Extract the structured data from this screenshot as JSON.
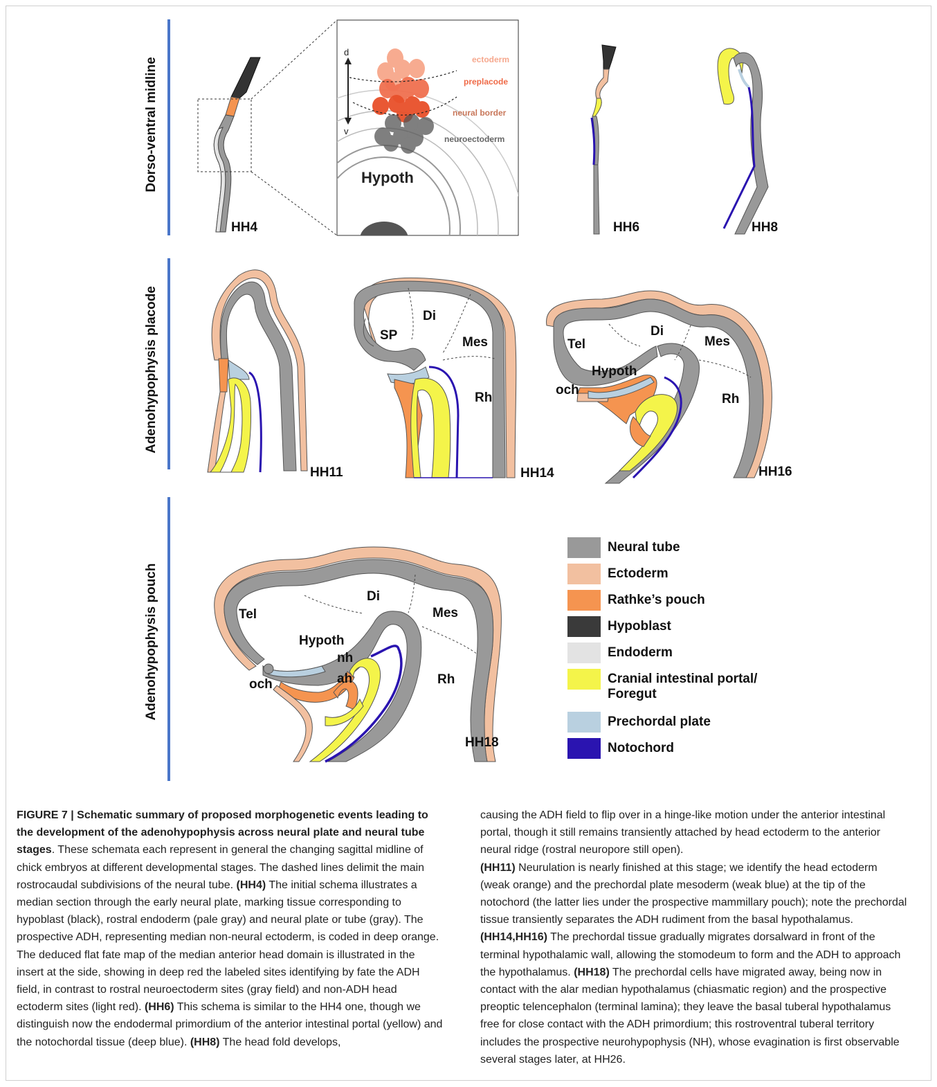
{
  "rows": {
    "row1_label": "Dorso-ventral midline",
    "row2_label": "Adenohypophysis placode",
    "row3_label": "Adenohypophysis pouch"
  },
  "stages": {
    "hh4": "HH4",
    "hh6": "HH6",
    "hh8": "HH8",
    "hh11": "HH11",
    "hh14": "HH14",
    "hh16": "HH16",
    "hh18": "HH18"
  },
  "inset": {
    "d": "d",
    "v": "v",
    "ectoderm": "ectoderm",
    "preplacode": "preplacode",
    "neural_border": "neural border",
    "neuroectoderm": "neuroectoderm",
    "hypoth": "Hypoth"
  },
  "region_labels": {
    "sp": "SP",
    "di": "Di",
    "mes": "Mes",
    "rh": "Rh",
    "tel": "Tel",
    "hypoth": "Hypoth",
    "och": "och",
    "nh": "nh",
    "ah": "ah"
  },
  "legend": [
    {
      "label": "Neural tube",
      "color": "#999999"
    },
    {
      "label": "Ectoderm",
      "color": "#f2c0a0"
    },
    {
      "label": "Rathke’s pouch",
      "color": "#f59450"
    },
    {
      "label": "Hypoblast",
      "color": "#3a3a3a"
    },
    {
      "label": "Endoderm",
      "color": "#e3e3e3"
    },
    {
      "label": "Cranial intestinal portal/\nForegut",
      "color": "#f4f44a"
    },
    {
      "label": "Prechordal plate",
      "color": "#b9d0e0"
    },
    {
      "label": "Notochord",
      "color": "#2a14b0"
    }
  ],
  "caption": {
    "title": "FIGURE 7 | Schematic summary of proposed morphogenetic events leading to the development of the adenohypophysis across neural plate and neural tube stages",
    "left_p1": ". These schemata each represent in general the changing sagittal midline of chick embryos at different developmental stages. The dashed lines delimit the main rostrocaudal subdivisions of the neural tube. ",
    "hh4_tag": "(HH4)",
    "left_p2": " The initial schema illustrates a median section through the early neural plate, marking tissue corresponding to hypoblast (black), rostral endoderm (pale gray) and neural plate or tube (gray). The prospective ADH, representing median non-neural ectoderm, is coded in deep orange. The deduced flat fate map of the median anterior head domain is illustrated in the insert at the side, showing in deep red the labeled sites identifying by fate the ADH field, in contrast to rostral neuroectoderm sites (gray field) and non-ADH head ectoderm sites (light red). ",
    "hh6_tag": "(HH6)",
    "left_p3": " This schema is similar to the HH4 one, though we distinguish now the endodermal primordium of the anterior intestinal portal (yellow) and the notochordal tissue (deep blue). ",
    "hh8_tag": "(HH8)",
    "left_p4": " The head fold develops,",
    "right_p1": "causing the ADH field to flip over in a hinge-like motion under the anterior intestinal portal, though it still remains transiently attached by head ectoderm to the anterior neural ridge (rostral neuropore still open).",
    "hh11_tag": "(HH11)",
    "right_p2": " Neurulation is nearly finished at this stage; we identify the head ectoderm (weak orange) and the prechordal plate mesoderm (weak blue) at the tip of the notochord (the latter lies under the prospective mammillary pouch); note the prechordal tissue transiently separates the ADH rudiment from the basal hypothalamus. ",
    "hh14_16_tag": "(HH14,HH16)",
    "right_p3": " The prechordal tissue gradually migrates dorsalward in front of the terminal hypothalamic wall, allowing the stomodeum to form and the ADH to approach the hypothalamus. ",
    "hh18_tag": "(HH18)",
    "right_p4": " The prechordal cells have migrated away, being now in contact with the alar median hypothalamus (chiasmatic region) and the prospective preoptic telencephalon (terminal lamina); they leave the basal tuberal hypothalamus free for close contact with the ADH primordium; this rostroventral tuberal territory includes the prospective neurohypophysis (NH), whose evagination is first observable several stages later, at HH26."
  }
}
